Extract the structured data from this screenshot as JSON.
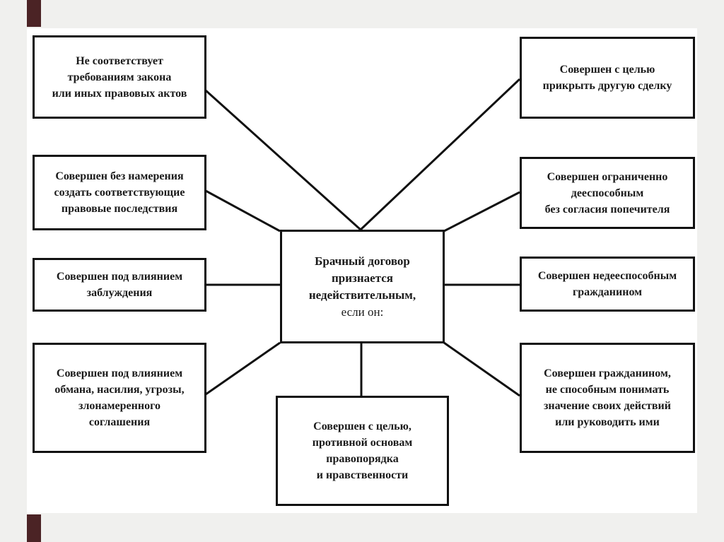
{
  "center": {
    "title": "Брачный договор\nпризнается\nнедействительным,",
    "subtitle": "если он:"
  },
  "left": [
    "Не соответствует\nтребованиям закона\nили иных правовых актов",
    "Совершен без намерения\nсоздать соответствующие\nправовые последствия",
    "Совершен под влиянием\nзаблуждения",
    "Совершен под влиянием\nобмана, насилия, угрозы,\nзлонамеренного\nсоглашения"
  ],
  "right": [
    "Совершен с целью\nприкрыть другую сделку",
    "Совершен ограниченно\nдееспособным\nбез согласия попечителя",
    "Совершен недееспособным\nгражданином",
    "Совершен гражданином,\nне способным понимать\nзначение своих действий\nили руководить ими"
  ],
  "bottom": "Совершен с целью,\nпротивной основам\nправопорядка\nи нравственности",
  "colors": {
    "accent_bar": "#4b2325",
    "background": "#f0f0ee"
  }
}
